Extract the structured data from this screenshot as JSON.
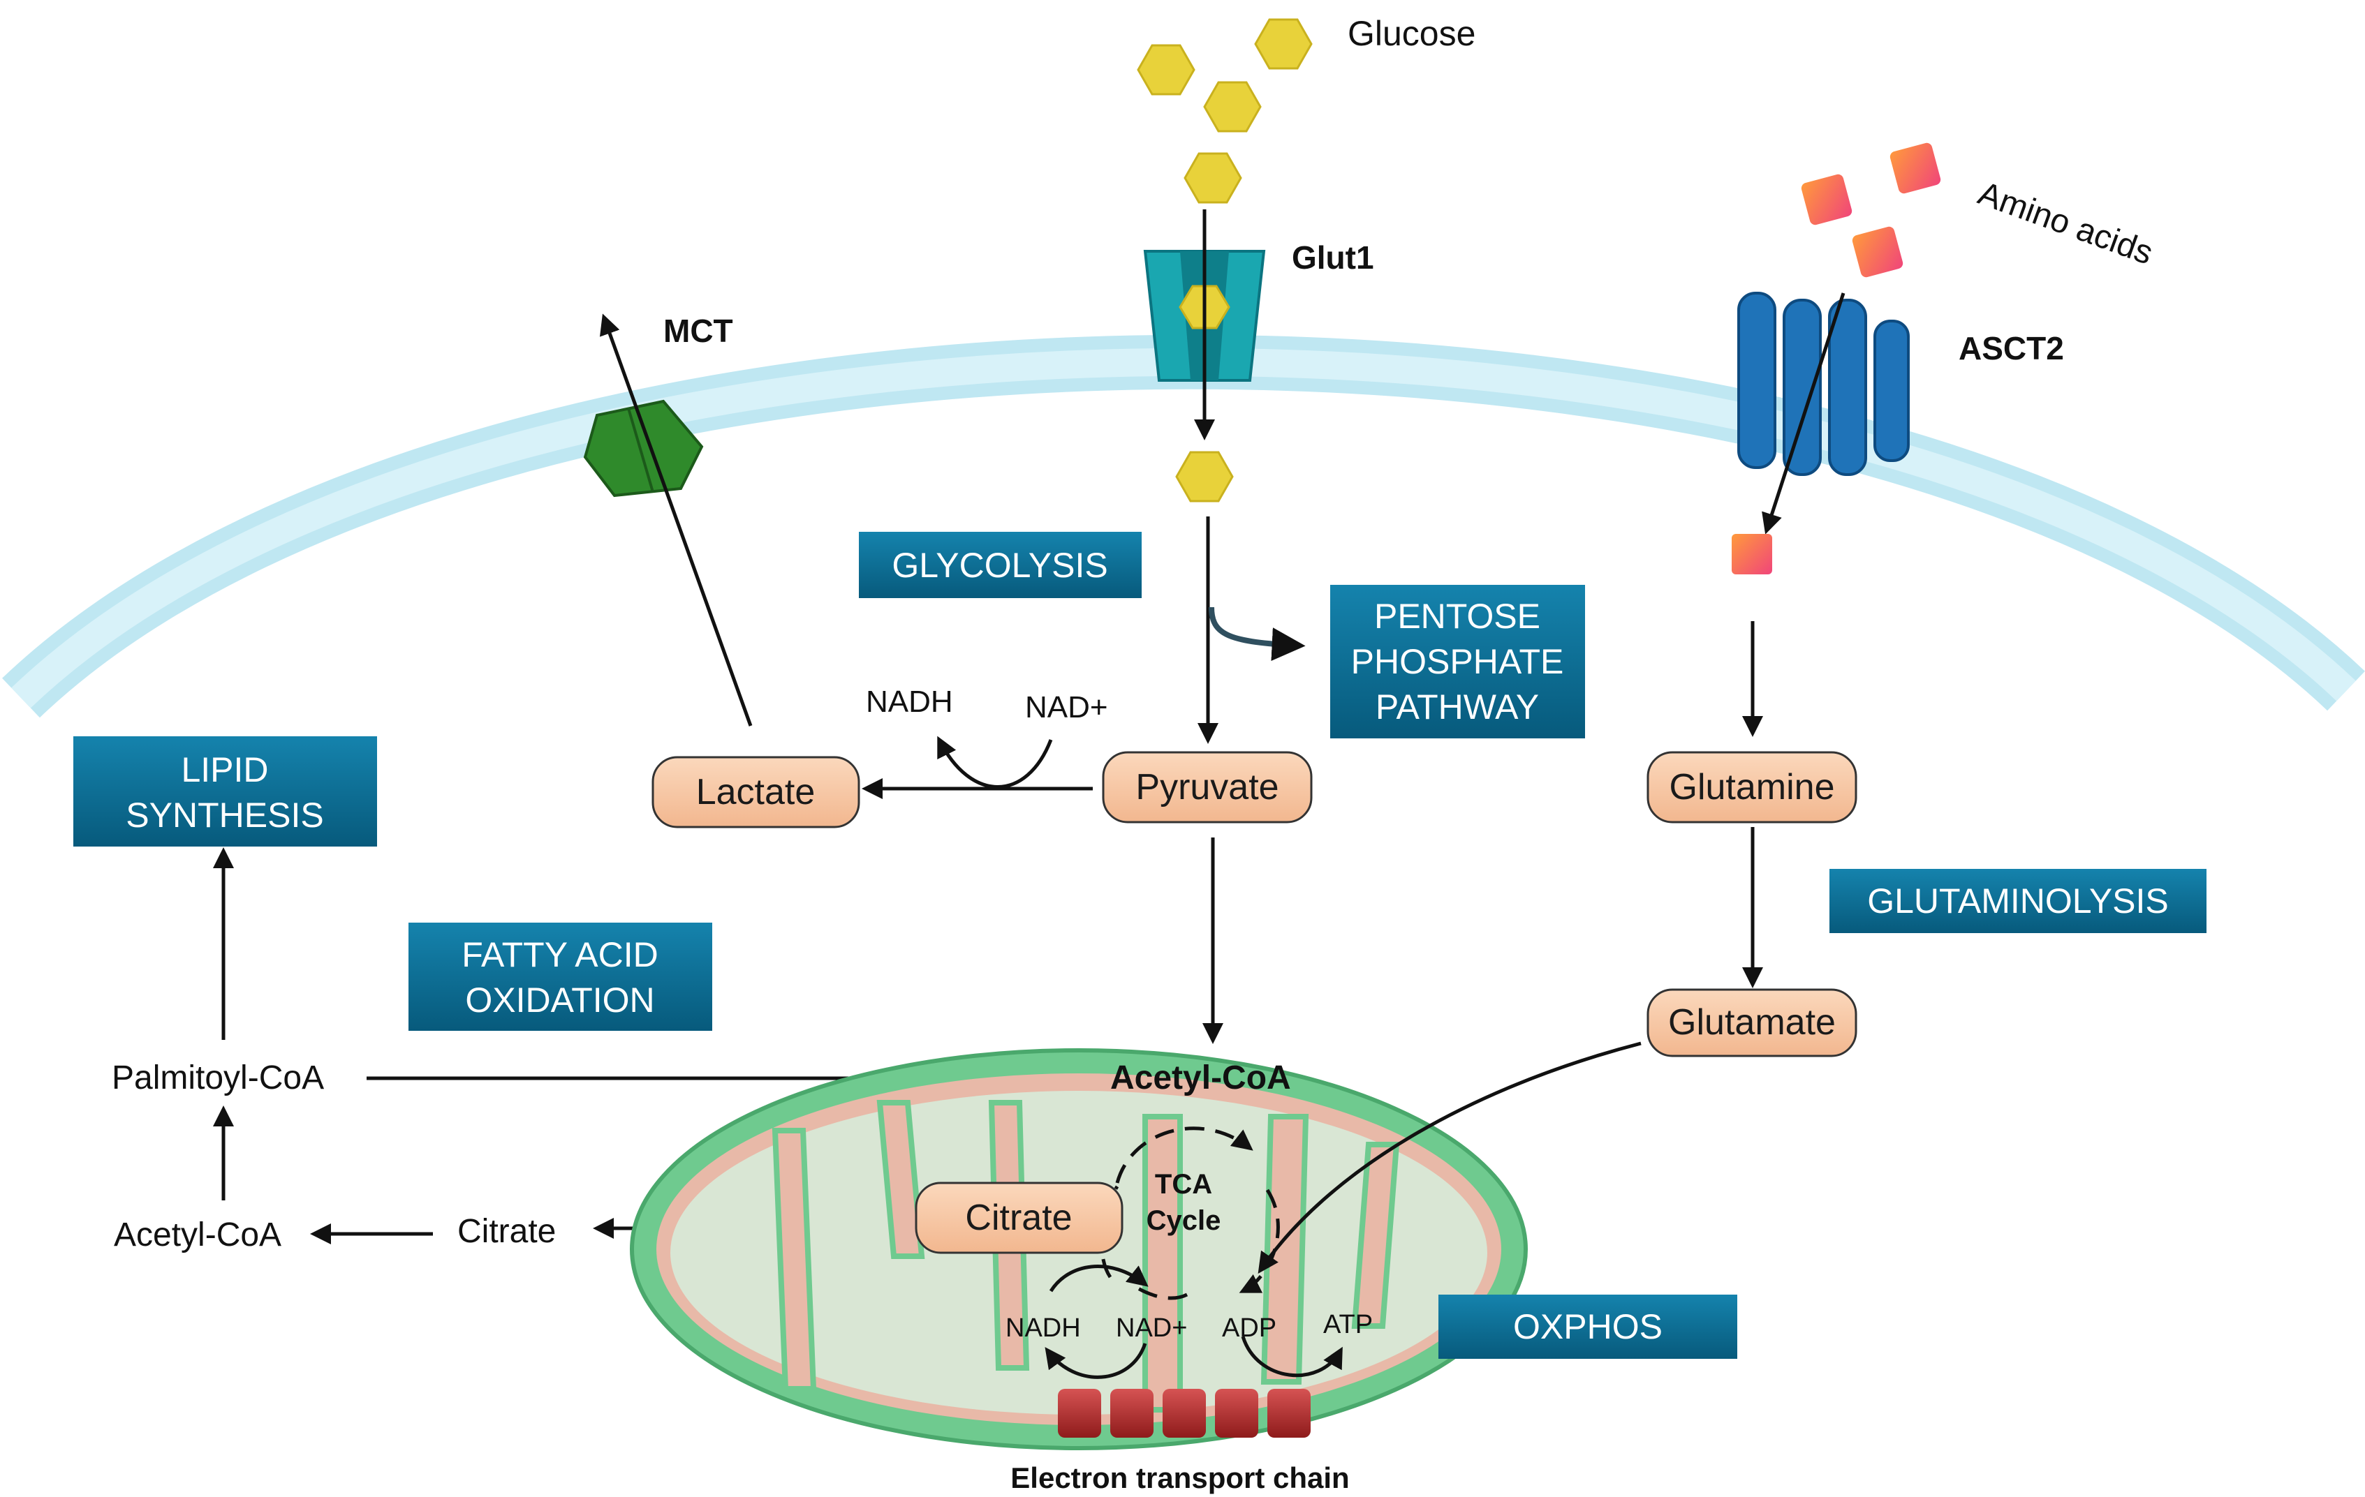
{
  "molecules": {
    "glucose": "Glucose",
    "amino_acids": "Amino acids",
    "nadh": "NADH",
    "nad_plus": "NAD+",
    "palmitoyl_coa": "Palmitoyl-CoA",
    "acetyl_coa_cyto": "Acetyl-CoA",
    "citrate_cyto": "Citrate",
    "acetyl_coa_mito": "Acetyl-CoA",
    "tca_line1": "TCA",
    "tca_line2": "Cycle",
    "mito_nadh": "NADH",
    "mito_nad_plus": "NAD+",
    "adp": "ADP",
    "atp": "ATP",
    "etc": "Electron transport chain"
  },
  "transporters": {
    "glut1": "Glut1",
    "mct": "MCT",
    "asct2": "ASCT2"
  },
  "nodes": {
    "lactate": "Lactate",
    "pyruvate": "Pyruvate",
    "glutamine": "Glutamine",
    "glutamate": "Glutamate",
    "citrate": "Citrate"
  },
  "pathways": {
    "glycolysis": "GLYCOLYSIS",
    "ppp_line1": "PENTOSE",
    "ppp_line2": "PHOSPHATE",
    "ppp_line3": "PATHWAY",
    "lipid_line1": "LIPID",
    "lipid_line2": "SYNTHESIS",
    "fao_line1": "FATTY ACID",
    "fao_line2": "OXIDATION",
    "glutaminolysis": "GLUTAMINOLYSIS",
    "oxphos": "OXPHOS"
  },
  "colors": {
    "membrane": "#cdeef6",
    "pathway_box": "#0b6f95",
    "node_fill": "#f7c6a0",
    "mito_outer": "#6fca8f",
    "mito_inner": "#d9e6d4",
    "glucose": "#e8d23a",
    "amino_acid": "#f06070",
    "glut1": "#1aa7b0",
    "mct": "#2f8a2b",
    "asct2": "#1f73b8",
    "etc": "#b02828"
  }
}
